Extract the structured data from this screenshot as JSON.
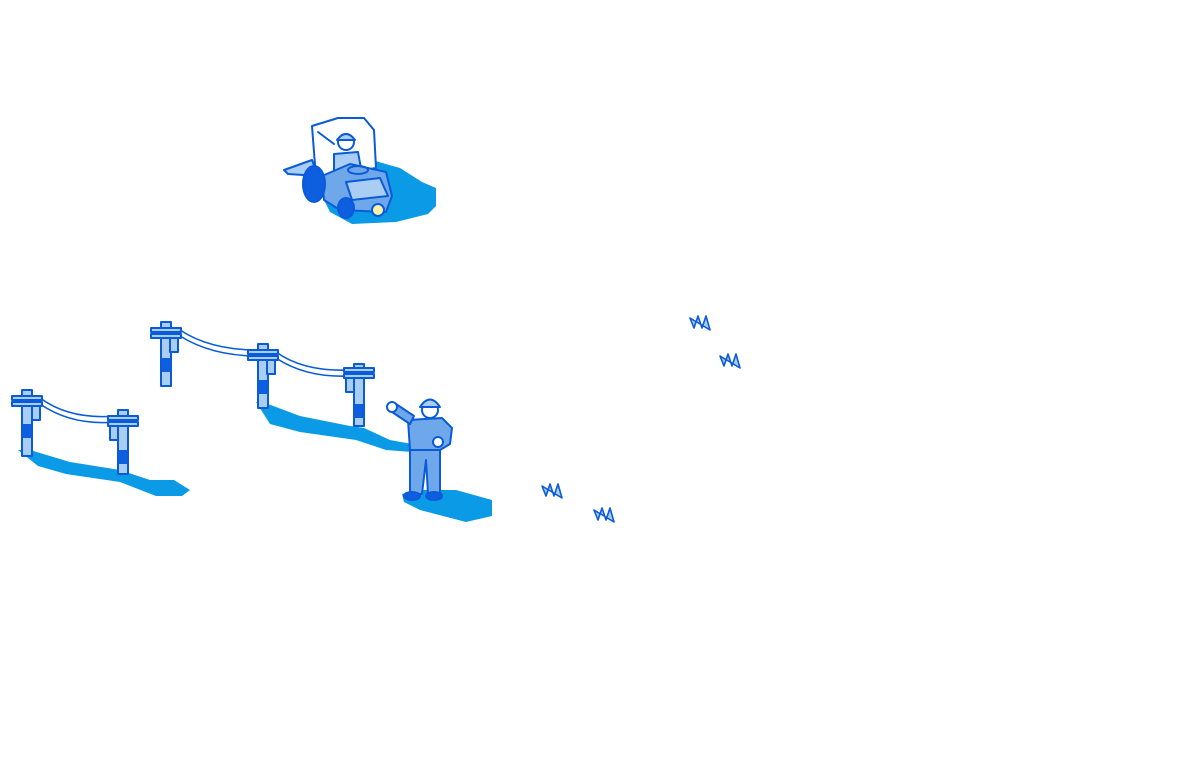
{
  "illustration": {
    "palette": {
      "shadow": "#0b9be6",
      "line": "#0a5bd8",
      "fill_light": "#a9cdf3",
      "fill_mid": "#6fa8ea",
      "fill_dark": "#0d5fe0",
      "accent_yellow": "#fff3a8",
      "background": "#ffffff"
    },
    "elements": [
      {
        "name": "forklift-with-driver",
        "icon": "forklift-icon"
      },
      {
        "name": "utility-poles-with-wires",
        "icon": "utility-pole-icon",
        "count": 5
      },
      {
        "name": "waving-worker",
        "icon": "worker-icon"
      },
      {
        "name": "grass-tufts",
        "icon": "grass-icon",
        "count": 4
      }
    ]
  }
}
